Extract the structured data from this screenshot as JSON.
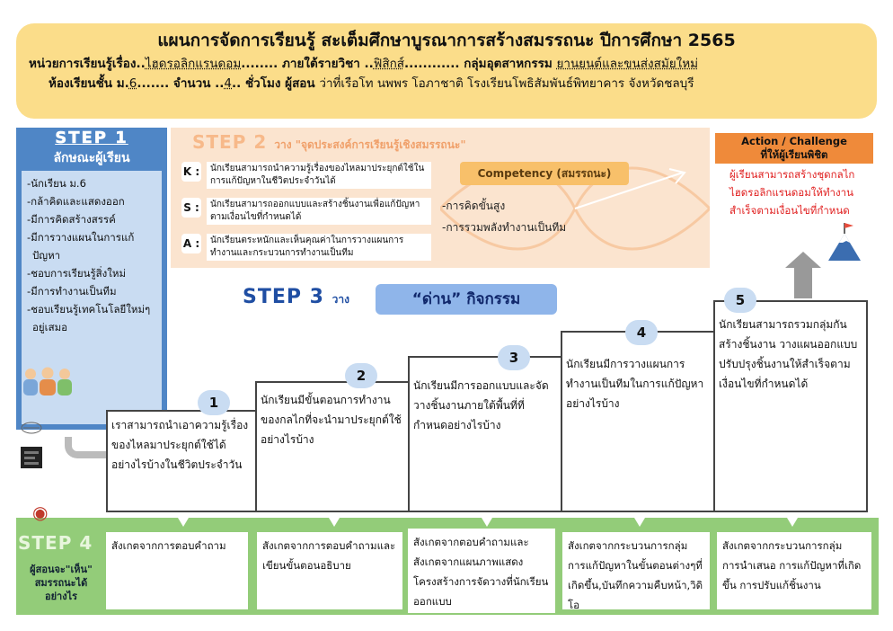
{
  "header": {
    "title": "แผนการจัดการเรียนรู้ สะเต็มศึกษาบูรณาการสร้างสมรรถนะ ปีการศึกษา 2565",
    "unit_label": "หน่วยการเรียนรู้เรื่อง..",
    "unit_value": "ไฮดรอลิกแรนดอม",
    "subject_label": "........ ภายใต้รายวิชา ..",
    "subject_value": "ฟิสิกส์",
    "group_label": "............ กลุ่มอุตสาหกรรม",
    "group_value": "ยานยนต์และขนส่งสมัยใหม่",
    "class_label": "ห้องเรียนชั้น ม.",
    "class_value": "6",
    "hours_label": "....... จำนวน ..",
    "hours_value": "4",
    "teacher_label": ".. ชั่วโมง ผู้สอน",
    "teacher_value": "ว่าที่เรือโท นพพร โอภาชาติ โรงเรียนโพธิสัมพันธ์พิทยาคาร จังหวัดชลบุรี"
  },
  "step1": {
    "title": "STEP 1",
    "subtitle": "ลักษณะผู้เรียน",
    "items": [
      "-นักเรียน ม.6",
      "-กล้าคิดและแสดงออก",
      "-มีการคิดสร้างสรรค์",
      "-มีการวางแผนในการแก้",
      "  ปัญหา",
      "-ชอบการเรียนรู้สิ่งใหม่",
      "-มีการทำงานเป็นทีม",
      "-ชอบเรียนรู้เทคโนโลยีใหม่ๆ",
      "  อยู่เสมอ"
    ]
  },
  "step2": {
    "title": "STEP 2",
    "subtitle": "วาง \"จุดประสงค์การเรียนรู้เชิงสมรรถนะ\"",
    "k_label": "K :",
    "k_text": "นักเรียนสามารถนำความรู้เรื่องของไหลมาประยุกต์ใช้ในการแก้ปัญหาในชีวิตประจำวันได้",
    "s_label": "S :",
    "s_text": "นักเรียนสามารถออกแบบและสร้างชิ้นงานเพื่อแก้ปัญหาตามเงื่อนไขที่กำหนดได้",
    "a_label": "A :",
    "a_text": "นักเรียนตระหนักและเห็นคุณค่าในการวางแผนการทำงานและกระบวนการทำงานเป็นทีม",
    "competency_label": "Competency (สมรรถนะ)",
    "competency_items": [
      "-การคิดขั้นสูง",
      "-การรวมพลังทำงานเป็นทีม"
    ]
  },
  "action": {
    "title_line1": "Action / Challenge",
    "title_line2": "ที่ให้ผู้เรียนพิชิต",
    "text": "ผู้เรียนสามารถสร้างชุดกลไกไฮดรอลิกแรนดอมให้ทำงานสำเร็จตามเงื่อนไขที่กำหนด"
  },
  "step3": {
    "title": "STEP 3",
    "subtitle": "วาง",
    "dan_label": "“ด่าน” กิจกรรม",
    "stairs": [
      {
        "num": "1",
        "text": "เราสามารถนำเอาความรู้เรื่องของไหลมาประยุกต์ใช้ได้อย่างไรบ้างในชีวิตประจำวัน"
      },
      {
        "num": "2",
        "text": "นักเรียนมีขั้นตอนการทำงานของกลไกที่จะนำมาประยุกต์ใช้อย่างไรบ้าง"
      },
      {
        "num": "3",
        "text": "นักเรียนมีการออกแบบและจัดวางชิ้นงานภายใต้พื้นที่ที่กำหนดอย่างไรบ้าง"
      },
      {
        "num": "4",
        "text": "นักเรียนมีการวางแผนการทำงานเป็นทีมในการแก้ปัญหาอย่างไรบ้าง"
      },
      {
        "num": "5",
        "text": "นักเรียนสามารถรวมกลุ่มกันสร้างชิ้นงาน วางแผนออกแบบ ปรับปรุงชิ้นงานให้สำเร็จตามเงื่อนไขที่กำหนดได้"
      }
    ]
  },
  "step4": {
    "title": "STEP 4",
    "subtitle": "ผู้สอนจะ\"เห็น\" สมรรถนะได้อย่างไร",
    "observations": [
      "สังเกตจากการตอบคำถาม",
      "สังเกตจากการตอบคำถามและเขียนขั้นตอนอธิบาย",
      "สังเกตจากตอบคำถามและสังเกตจากแผนภาพแสดงโครงสร้างการจัดวางที่นักเรียนออกแบบ",
      "สังเกตจากกระบวนการกลุ่มการแก้ปัญหาในขั้นตอนต่างๆที่เกิดขึ้น,บันทึกความคืบหน้า,วิดิโอ",
      "สังเกตจากกระบวนการกลุ่มการนำเสนอ การแก้ปัญหาที่เกิดขึ้น การปรับแก้ชิ้นงาน"
    ]
  }
}
